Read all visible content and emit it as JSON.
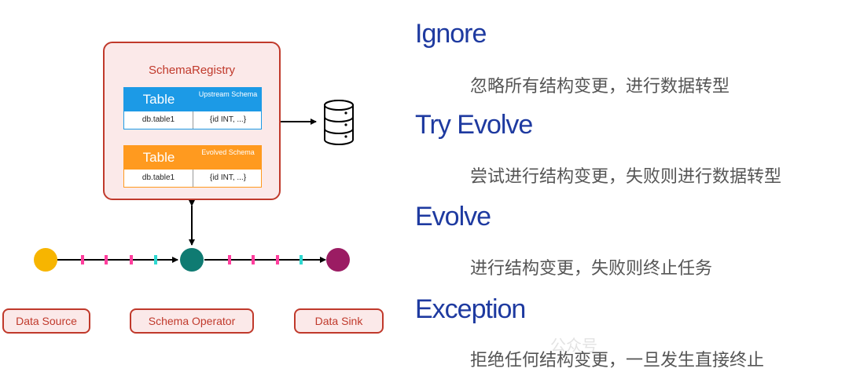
{
  "registry": {
    "title": "SchemaRegistry",
    "upstream": {
      "table_label": "Table",
      "schema_label": "Upstream Schema",
      "name": "db.table1",
      "schema": "{id INT, ...}"
    },
    "evolved": {
      "table_label": "Table",
      "schema_label": "Evolved Schema",
      "name": "db.table1",
      "schema": "{id INT, ...}"
    }
  },
  "pipeline": {
    "source_label": "Data Source",
    "operator_label": "Schema Operator",
    "sink_label": "Data Sink",
    "colors": {
      "source": "#f7b500",
      "operator": "#0f7b72",
      "sink": "#9b1c63",
      "tick_pink": "#ff3f9e",
      "tick_cyan": "#2fd8d0"
    }
  },
  "modes": [
    {
      "name": "Ignore",
      "description": "忽略所有结构变更，进行数据转型"
    },
    {
      "name": "Try Evolve",
      "description": "尝试进行结构变更，失败则进行数据转型"
    },
    {
      "name": "Evolve",
      "description": "进行结构变更，失败则终止任务"
    },
    {
      "name": "Exception",
      "description": "拒绝任何结构变更，一旦发生直接终止"
    }
  ],
  "watermark": "公众号"
}
